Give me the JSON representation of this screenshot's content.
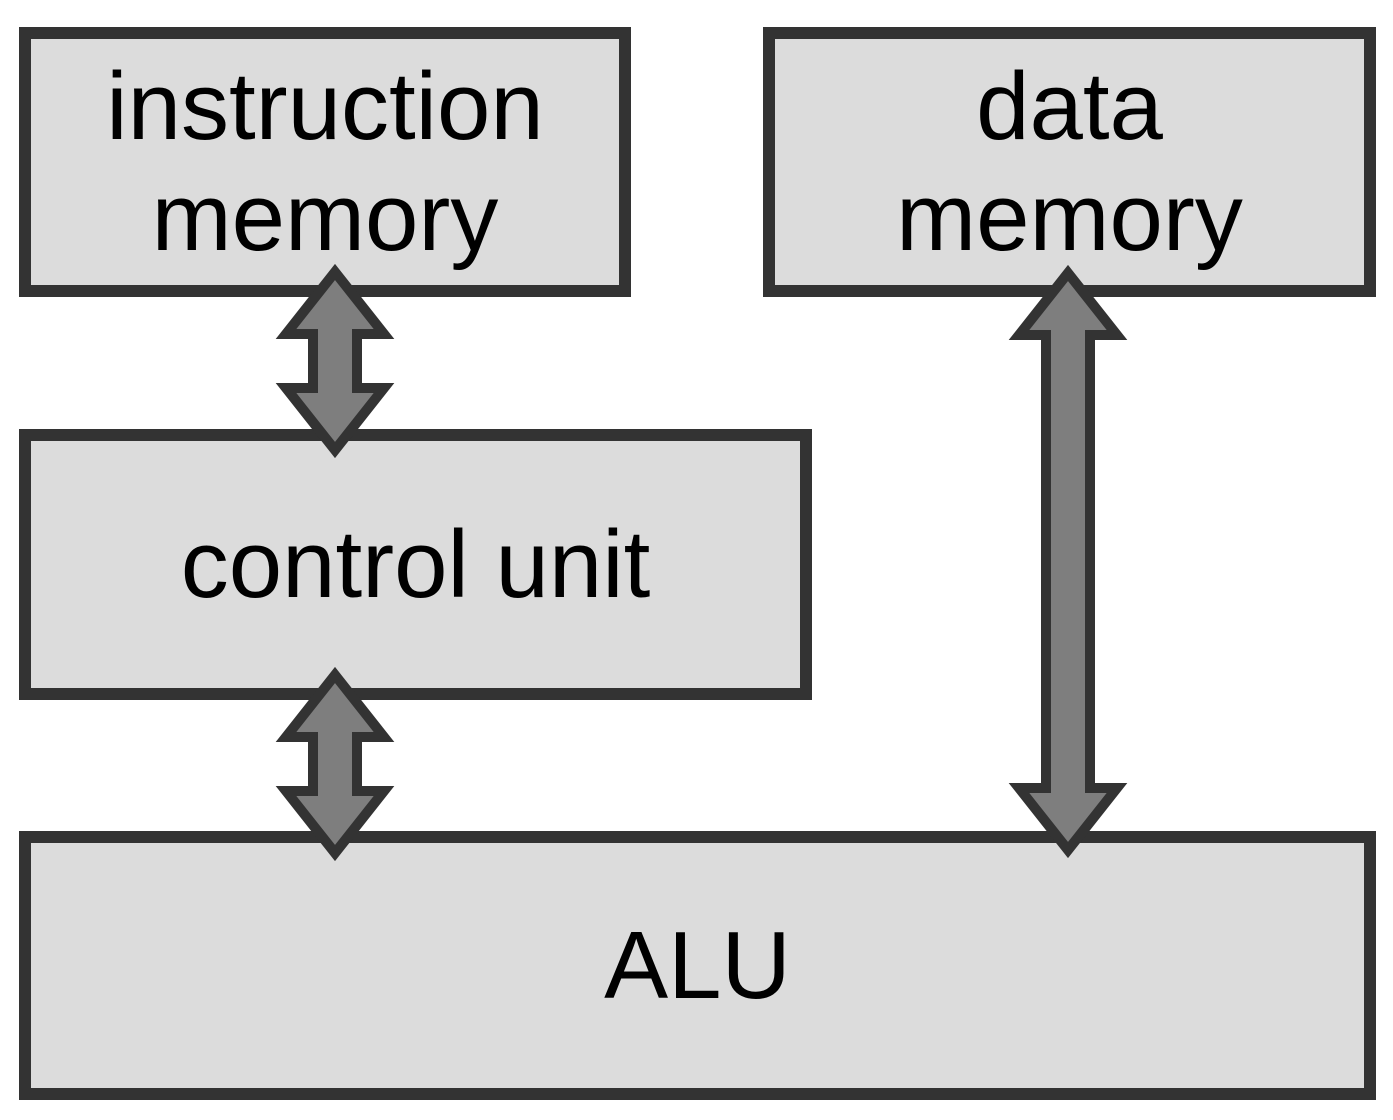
{
  "colors": {
    "background": "#ffffff",
    "box_fill": "#dcdcdc",
    "box_border": "#333333",
    "arrow_fill": "#7e7e7e",
    "arrow_outline": "#333333",
    "text_color": "#000000"
  },
  "boxes": {
    "instruction_memory": {
      "line1": "instruction",
      "line2": "memory"
    },
    "data_memory": {
      "line1": "data",
      "line2": "memory"
    },
    "control_unit": {
      "label": "control unit"
    },
    "alu": {
      "label": "ALU"
    }
  },
  "connections": [
    {
      "between": [
        "instruction memory",
        "control unit"
      ],
      "style": "double-headed-arrow"
    },
    {
      "between": [
        "control unit",
        "ALU"
      ],
      "style": "double-headed-arrow"
    },
    {
      "between": [
        "data memory",
        "ALU"
      ],
      "style": "double-headed-arrow"
    }
  ]
}
